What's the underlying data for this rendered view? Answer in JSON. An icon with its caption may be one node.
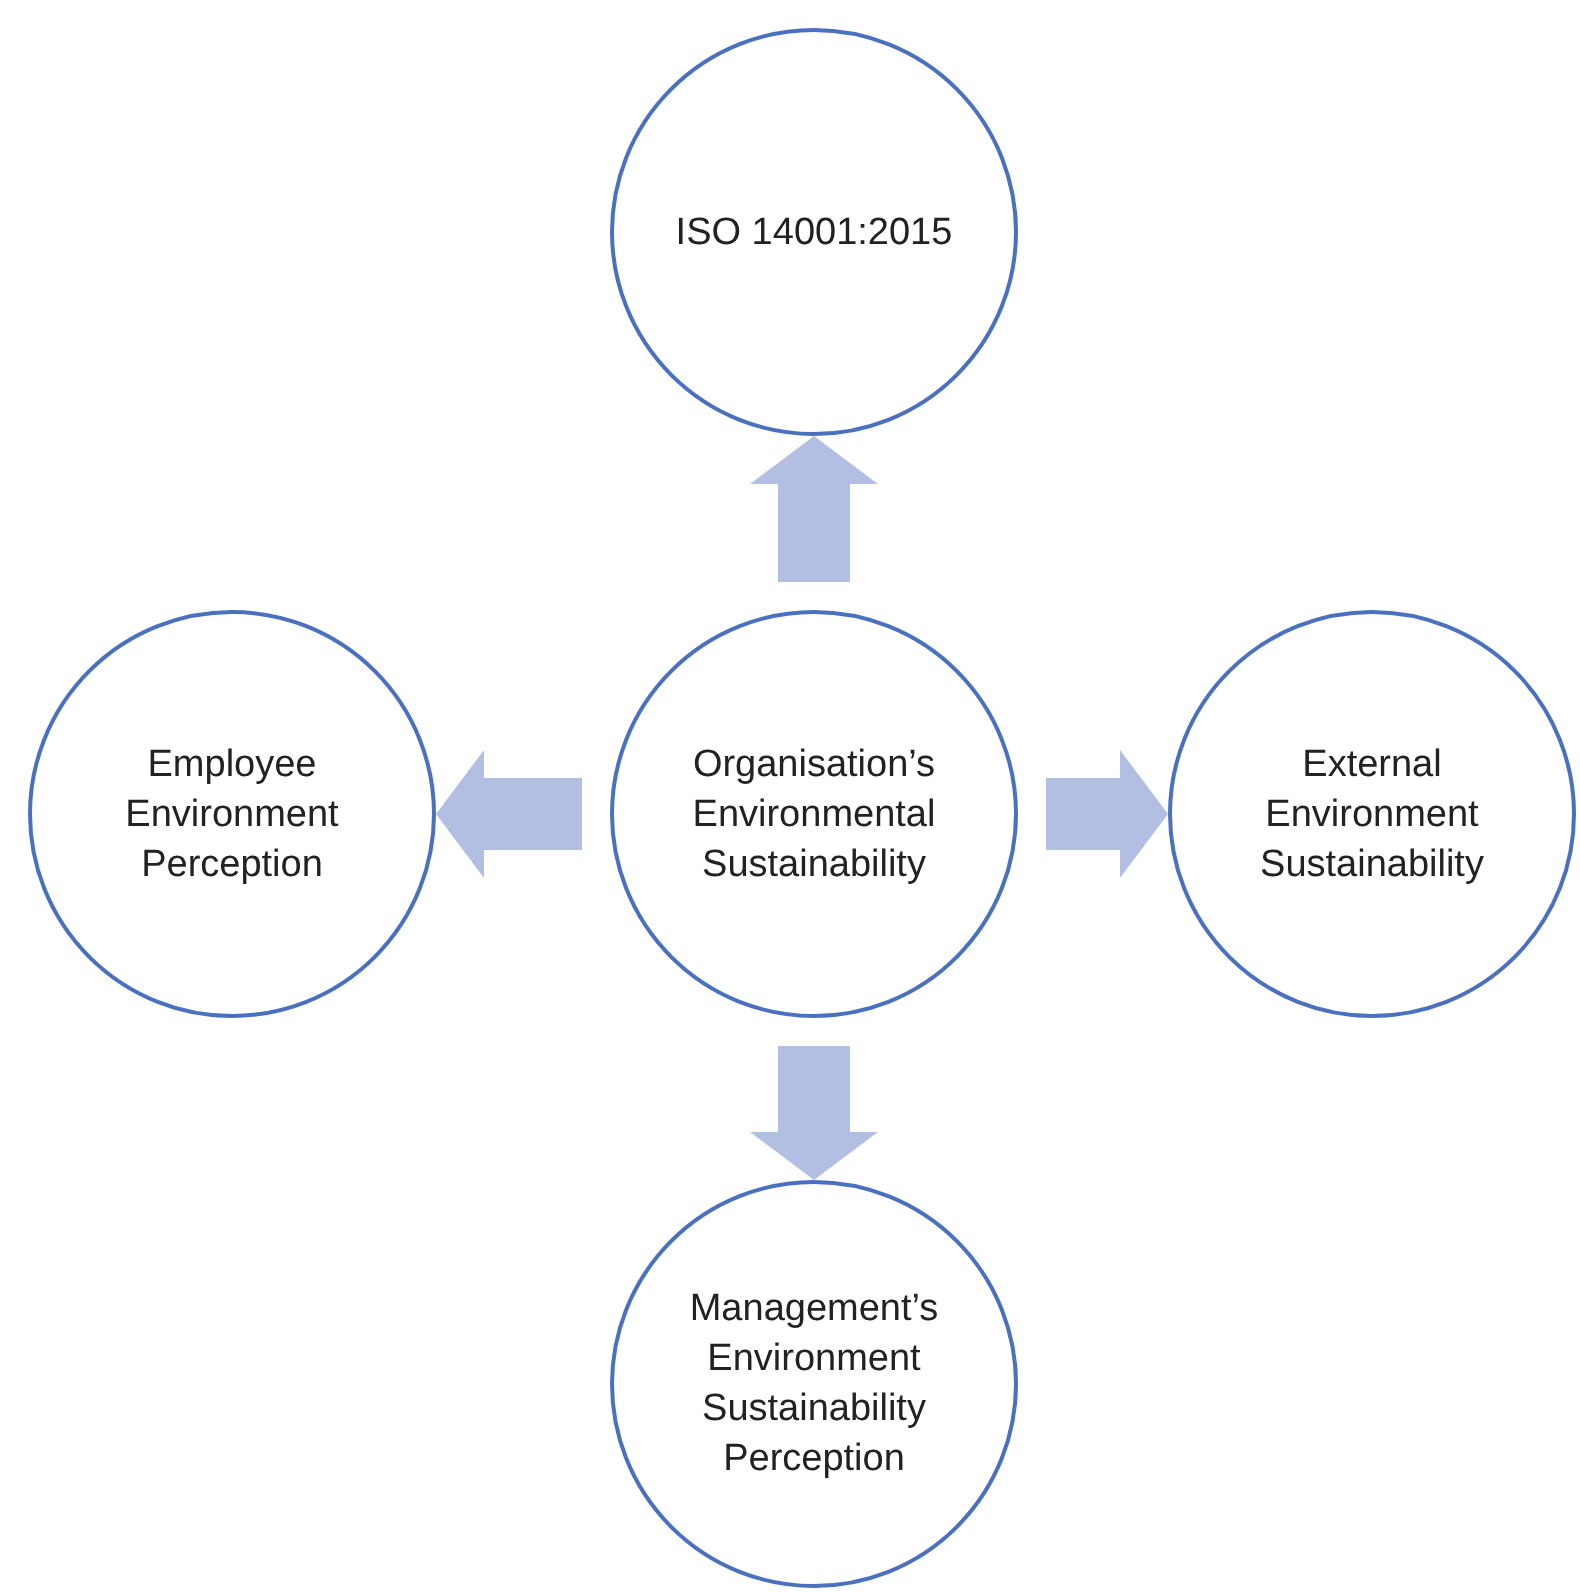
{
  "diagram": {
    "nodes": [
      {
        "text": [
          "ISO 14001:2015"
        ]
      },
      {
        "text": [
          "Employee Environment Perception"
        ]
      },
      {
        "text": [
          "Organisation’s Environmental Sustainability"
        ]
      },
      {
        "text": [
          "External Environment Sustainability"
        ]
      },
      {
        "text": [
          "Management’s Environment Sustainability Perception"
        ]
      }
    ],
    "edges": [
      {
        "from": 2,
        "to": 0,
        "arrow": "to"
      },
      {
        "from": 2,
        "to": 1,
        "arrow": "to"
      },
      {
        "from": 2,
        "to": 3,
        "arrow": "to"
      },
      {
        "from": 2,
        "to": 4,
        "arrow": "to"
      }
    ]
  }
}
